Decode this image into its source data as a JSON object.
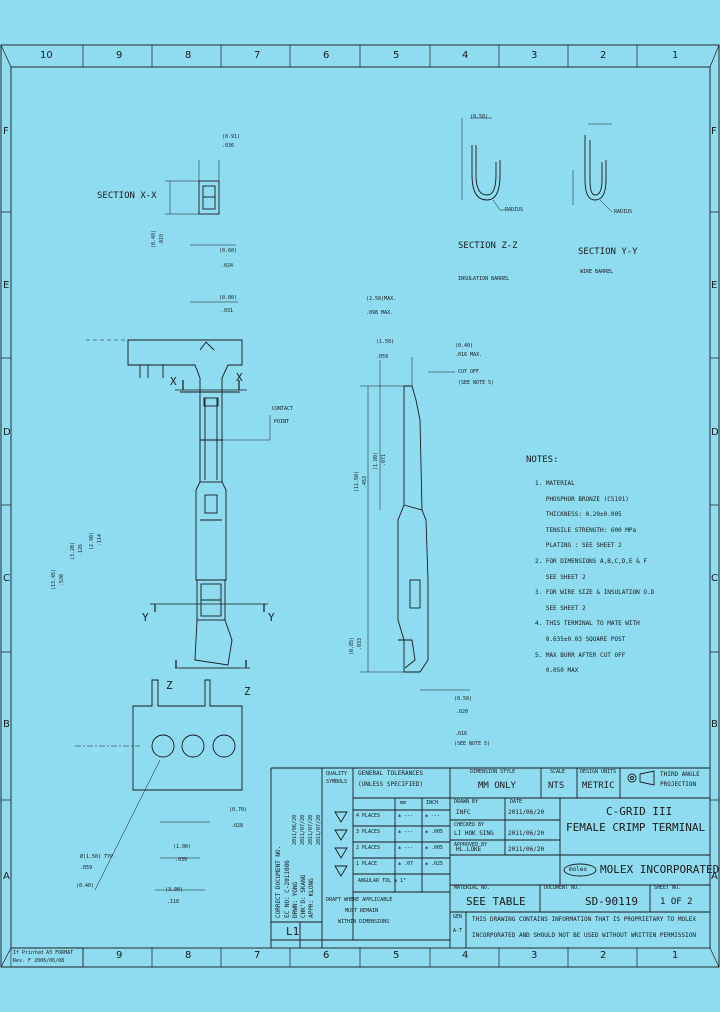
{
  "zones": {
    "cols": [
      "10",
      "9",
      "8",
      "7",
      "6",
      "5",
      "4",
      "3",
      "2",
      "1"
    ],
    "rows": [
      "F",
      "E",
      "D",
      "C",
      "B",
      "A"
    ]
  },
  "views": {
    "section_xx": "SECTION X-X",
    "section_zz": "SECTION Z-Z",
    "section_zz_sub": "INSULATION BARREL",
    "section_yy": "SECTION Y-Y",
    "section_yy_sub": "WIRE BARREL",
    "radius_1": "RADIUS",
    "radius_2": "RADIUS",
    "contact_point_1": "CONTACT",
    "contact_point_2": "POINT",
    "cut_off_1": "CUT OFF",
    "cut_off_2": "(SEE NOTE 5)",
    "see_note": "(SEE NOTE 5)",
    "mark_x1": "X",
    "mark_x2": "X",
    "mark_y1": "Y",
    "mark_y2": "Y",
    "mark_z1": "Z",
    "mark_z2": "Z"
  },
  "dims": {
    "d_xx_top": "(0.91)",
    "d_xx_top2": ".036",
    "d_xx_left": "(0.48)",
    "d_xx_left2": ".019",
    "d_060": "(0.60)",
    "d_060b": ".024",
    "d_080": "(0.80)",
    "d_080b": ".031",
    "d_250": "(2.50)MAX.",
    "d_250b": ".098 MAX.",
    "d_150": "(1.50)",
    "d_150b": ".059",
    "d_040": "(0.40)",
    "d_040b": ".016 MAX.",
    "d_1150": "(11.50)",
    "d_1150b": ".453",
    "d_180": "(1.80)",
    "d_180b": ".071",
    "d_290": "(2.90)",
    "d_290b": ".114",
    "d_320": "(3.20)",
    "d_320b": ".126",
    "d_1345": "(13.45)",
    "d_1345b": ".530",
    "d_085": "(0.85)",
    "d_085b": ".033",
    "d_050": "(0.50)",
    "d_050b": ".020",
    "d_070": "(0.70)",
    "d_070b": ".028",
    "d_hole": "(1.00)",
    "d_holeb": ".039",
    "d_phi": "Ø(1.50) TYP.",
    "d_phib": ".059",
    "d_bot": "(3.00)",
    "d_botb": ".118",
    "d_ref": "(0.40)",
    "d_refb": ".016",
    "d_ref2": "(0.50)"
  },
  "notes": {
    "title": "NOTES:",
    "lines": [
      "1. MATERIAL",
      "   PHOSPHOR BRONZE (C5191)",
      "   THICKNESS: 0.20±0.005",
      "   TENSILE STRENGTH: 600 MPa",
      "   PLATING : SEE SHEET 2",
      "2. FOR DIMENSIONS A,B,C,D,E & F",
      "   SEE SHEET 2",
      "3. FOR WIRE SIZE & INSULATION O.D",
      "   SEE SHEET 2",
      "4. THIS TERMINAL TO MATE WITH",
      "   0.635±0.03 SQUARE POST",
      "5. MAX BURR AFTER CUT OFF",
      "   0.050 MAX"
    ]
  },
  "titleblock": {
    "correct_doc": "CORRECT DOCUMENT NO.",
    "ec_no": "EC NO: C-2011086",
    "ec_date": "2011/06/20",
    "drwn": "DRWN: YGNG",
    "drwn_date": "2011/07/20",
    "chk": "CHK'D: SKANG",
    "chk_date": "2011/07/20",
    "appr": "APPR: KLONG",
    "appr_date": "2011/07/20",
    "quality_1": "QUALITY",
    "quality_2": "SYMBOLS",
    "gen_tol_1": "GENERAL TOLERANCES",
    "gen_tol_2": "(UNLESS SPECIFIED)",
    "mm": "mm",
    "inch": "INCH",
    "places_4": "4 PLACES",
    "places_3": "3 PLACES",
    "places_2": "2 PLACES",
    "places_1": "1 PLACE",
    "tol_4": "± ---",
    "tol_3": "± ---",
    "tol_2": "± ---",
    "tol_1": "± .07",
    "tol_4i": "± ---",
    "tol_3i": "± .005",
    "tol_2i": "± .005",
    "tol_1i": "± .025",
    "angular": "ANGULAR TOL ± 1°",
    "drafting_1": "DRAFT WHERE APPLICABLE",
    "drafting_2": "MUST REMAIN",
    "drafting_3": "WITHIN DIMENSIONS",
    "dim_style_h": "DIMENSION STYLE",
    "dim_style": "MM ONLY",
    "scale_h": "SCALE",
    "scale": "NTS",
    "design_h": "DESIGN UNITS",
    "design": "METRIC",
    "proj_1": "THIRD ANGLE",
    "proj_2": "PROJECTION",
    "drawn_by_h": "DRAWN BY",
    "drawn_by": "INFC",
    "date_h": "DATE",
    "date_1": "2011/06/20",
    "checked_h": "CHECKED BY",
    "checked": "LI HOK SING",
    "date_2": "2011/06/20",
    "approved_h": "APPROVED BY",
    "approved": "HL.LOKE",
    "date_3": "2011/06/20",
    "title_1": "C-GRID III",
    "title_2": "FEMALE CRIMP TERMINAL",
    "molex_logo": "molex",
    "molex_inc": "MOLEX INCORPORATED",
    "material_h": "MATERIAL NO.",
    "material": "SEE TABLE",
    "doc_h": "DOCUMENT NO.",
    "doc": "SD-90119",
    "sheet_h": "SHEET NO.",
    "sheet": "1 OF 2",
    "rev_l1": "L1",
    "gen_prop_1": "THIS DRAWING CONTAINS INFORMATION THAT IS PROPRIETARY TO MOLEX",
    "gen_prop_2": "INCORPORATED AND SHOULD NOT BE USED WITHOUT WRITTEN PERMISSION",
    "gen_h": "GEN",
    "gen_val": "A-T"
  },
  "footer": {
    "line1": "If Printed A3 FORMAT",
    "line2": "Rev. F 2006/06/08"
  }
}
